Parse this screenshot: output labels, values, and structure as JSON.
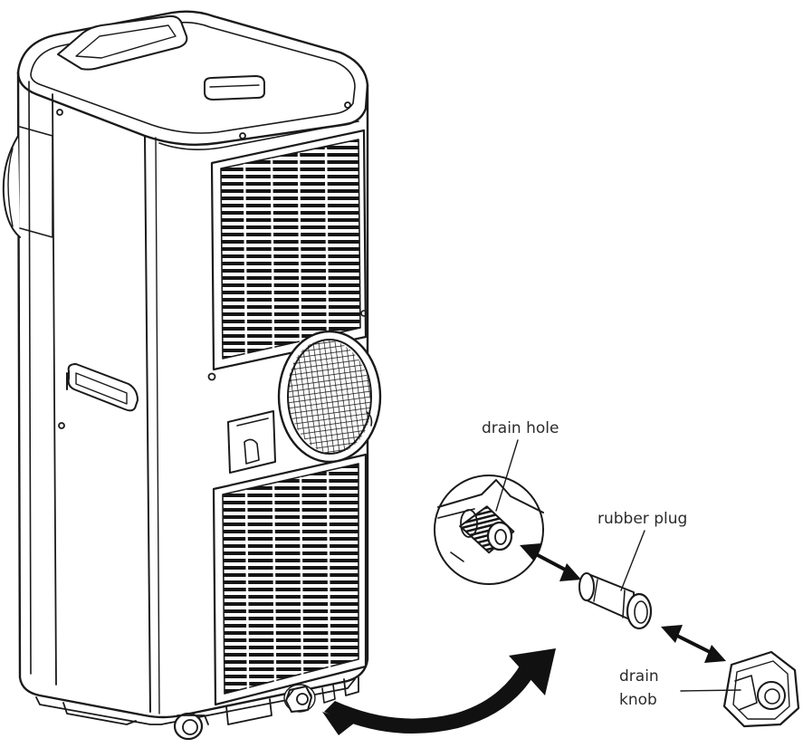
{
  "labels": {
    "drain_hole": "drain hole",
    "rubber_plug": "rubber plug",
    "drain_knob_line1": "drain",
    "drain_knob_line2": "knob"
  },
  "colors": {
    "line": "#1a1a1a",
    "text": "#2b2b2b",
    "background": "#ffffff"
  }
}
